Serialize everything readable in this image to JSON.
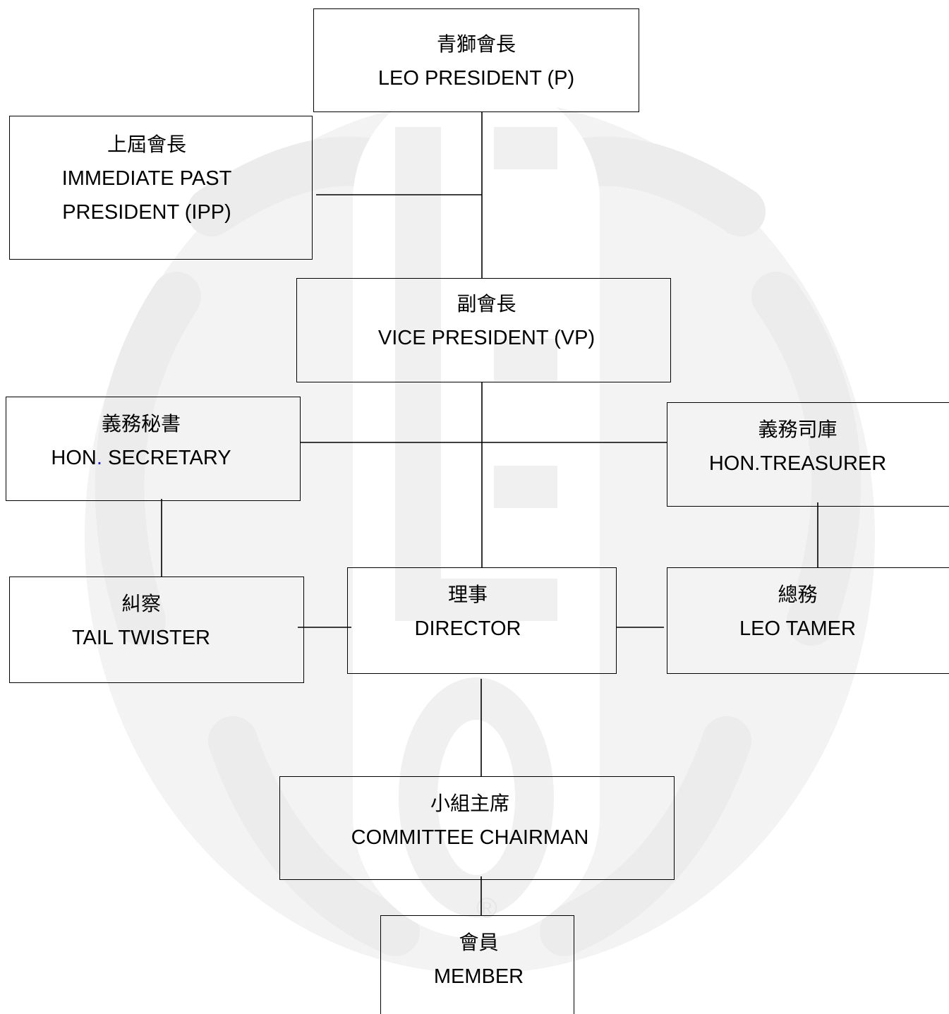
{
  "colors": {
    "line": "#000000",
    "watermark": "#f2f2f2",
    "accent_dot": "#1f1fd0"
  },
  "watermark": {
    "icon": "leo-club-lion-logo-watermark",
    "registered_mark": "®"
  },
  "nodes": {
    "president": {
      "zh": "青獅會長",
      "en": "LEO PRESIDENT (P)"
    },
    "ipp": {
      "zh": "上屆會長",
      "en_line1": "IMMEDIATE PAST",
      "en_line2": "PRESIDENT (IPP)"
    },
    "vice_president": {
      "zh": "副會長",
      "en": "VICE PRESIDENT (VP)"
    },
    "secretary": {
      "zh": "義務秘書",
      "en_part1": "HON",
      "en_dot": ".",
      "en_part2": " SECRETARY"
    },
    "treasurer": {
      "zh": "義務司庫",
      "en": "HON.TREASURER"
    },
    "tail_twister": {
      "zh": "糾察",
      "en": "TAIL TWISTER"
    },
    "director": {
      "zh": "理事",
      "en": "DIRECTOR"
    },
    "leo_tamer": {
      "zh": "總務",
      "en": "LEO TAMER"
    },
    "committee_chairman": {
      "zh": "小組主席",
      "en": "COMMITTEE CHAIRMAN"
    },
    "member": {
      "zh": "會員",
      "en": "MEMBER"
    }
  }
}
